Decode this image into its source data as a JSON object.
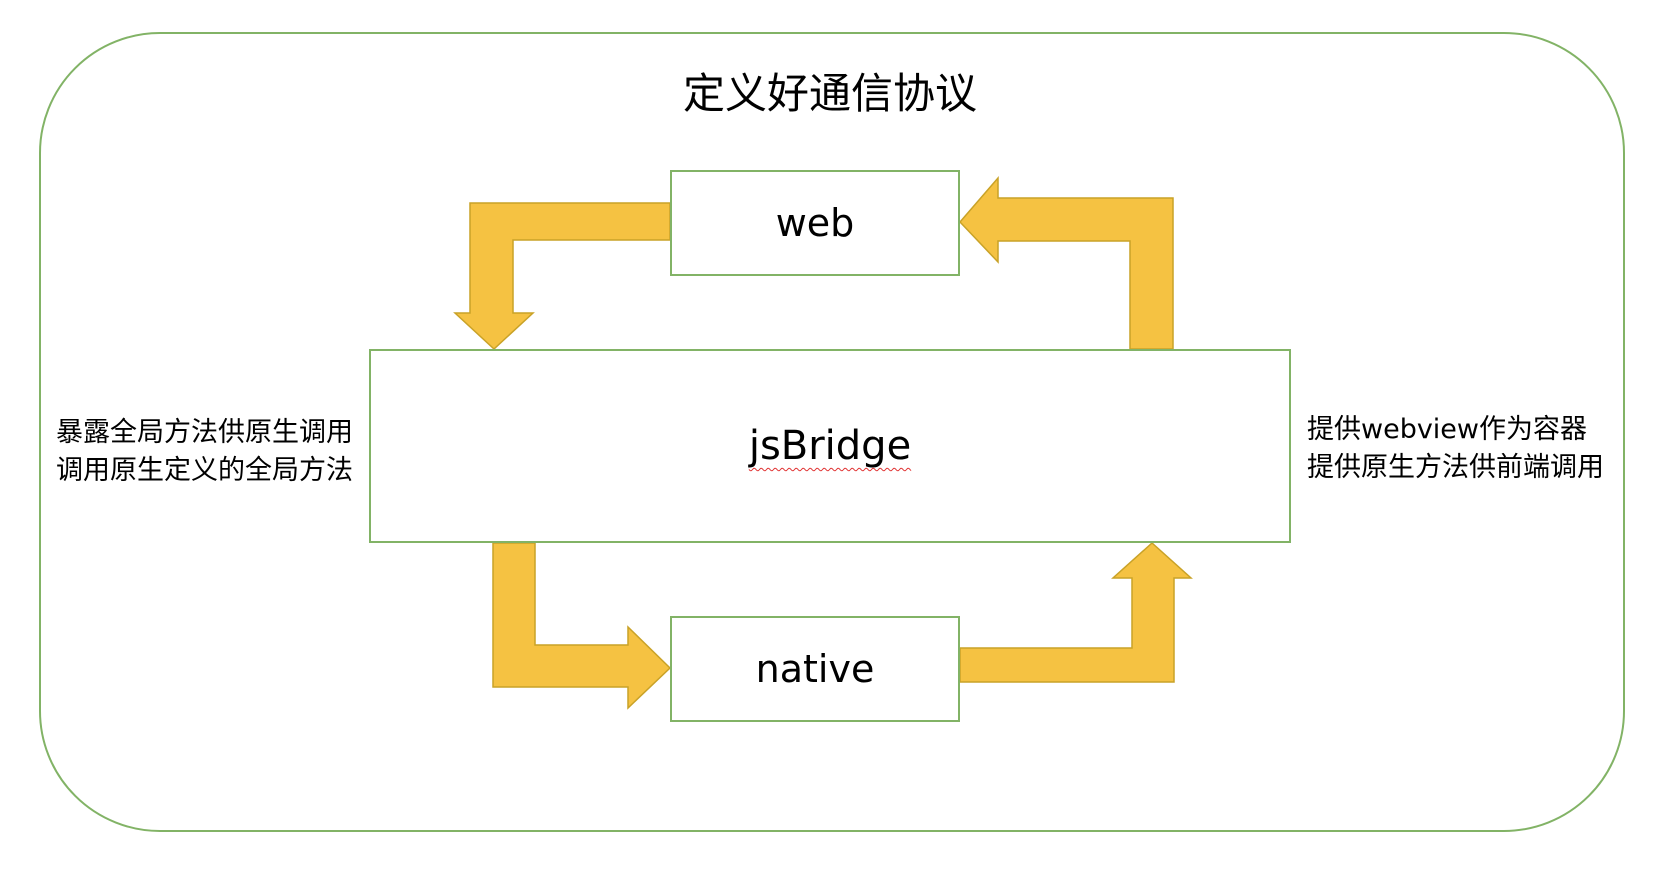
{
  "title": "定义好通信协议",
  "nodes": {
    "web": "web",
    "bridge": "jsBridge",
    "native": "native"
  },
  "annotations": {
    "left": [
      "暴露全局方法供原生调用",
      "调用原生定义的全局方法"
    ],
    "right": [
      "提供webview作为容器",
      "提供原生方法供前端调用"
    ]
  },
  "colors": {
    "frame_border": "#82b366",
    "box_border": "#82b366",
    "arrow_fill": "#f5c242",
    "arrow_stroke": "#c9a227",
    "spellcheck_underline": "#e03030"
  }
}
